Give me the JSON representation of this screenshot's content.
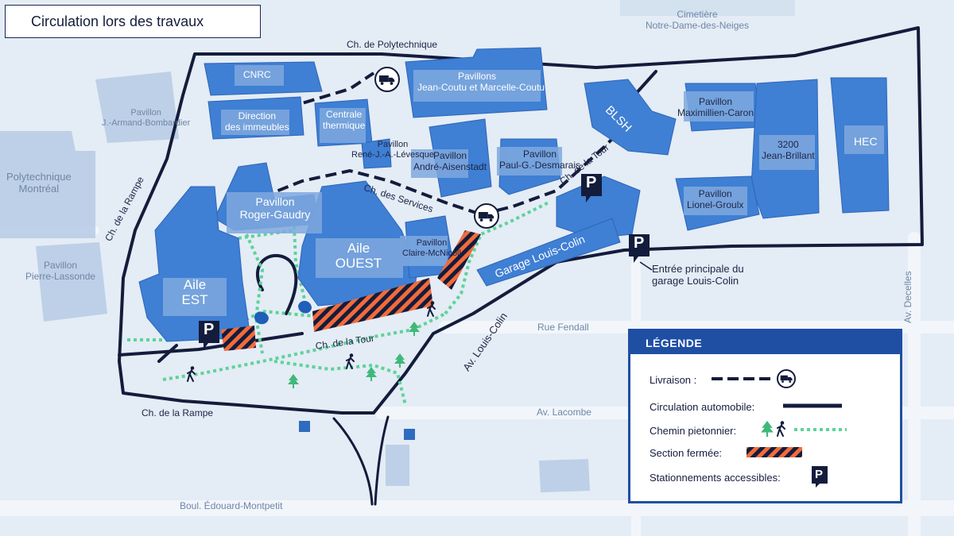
{
  "title": "Circulation lors des travaux",
  "colors": {
    "building": "#3f7fd4",
    "building_ghost": "#b9cde6",
    "road": "#141c3c",
    "pedestrian": "#5dd39a",
    "closed_orange": "#f26b3a",
    "legend_accent": "#1f4fa3"
  },
  "streets": {
    "polytechnique": "Ch. de Polytechnique",
    "rampe_left": "Ch. de la Rampe",
    "rampe_bottom": "Ch. de la Rampe",
    "services": "Ch. des Services",
    "tour_upper": "Ch. de la Tour",
    "tour_lower": "Ch. de la Tour",
    "louis_colin": "Av. Louis-Colin",
    "fendall": "Rue Fendall",
    "lacombe": "Av. Lacombe",
    "decelles": "Av. Decelles",
    "edouard": "Boul. Édouard-Montpetit"
  },
  "buildings": {
    "cnrc": "CNRC",
    "direction": "Direction\ndes immeubles",
    "centrale": "Centrale\nthermique",
    "jean_coutu": "Pavillons\nJean-Coutu et Marcelle-Coutu",
    "rene_levesque": "Pavillon\nRené-J.-A.-Lévesque",
    "aisenstadt": "Pavillon\nAndré-Aisenstadt",
    "desmarais": "Pavillon\nPaul-G.-Desmarais",
    "blsh": "BLSH",
    "caron": "Pavillon\nMaximillien-Caron",
    "brillant": "3200\nJean-Brillant",
    "hec": "HEC",
    "groulx": "Pavillon\nLionel-Groulx",
    "garage": "Garage Louis-Colin",
    "roger_gaudry": "Pavillon\nRoger-Gaudry",
    "aile_ouest": "Aile\nOUEST",
    "aile_est": "Aile\nEST",
    "mcnicoll": "Pavillon\nClaire-McNicoll",
    "bombardier": "Pavillon\nJ.-Armand-Bombardier",
    "polytechnique": "Polytechnique\nMontréal",
    "lassonde": "Pavillon\nPierre-Lassonde",
    "cimetiere": "Cimetière\nNotre-Dame-des-Neiges"
  },
  "parking_symbol": "P",
  "entrance_note": "Entrée principale du\ngarage Louis-Colin",
  "legend": {
    "heading": "LÉGENDE",
    "delivery": "Livraison :",
    "traffic": "Circulation automobile:",
    "pedestrian": "Chemin pietonnier:",
    "closed": "Section fermée:",
    "parking": "Stationnements accessibles:"
  }
}
